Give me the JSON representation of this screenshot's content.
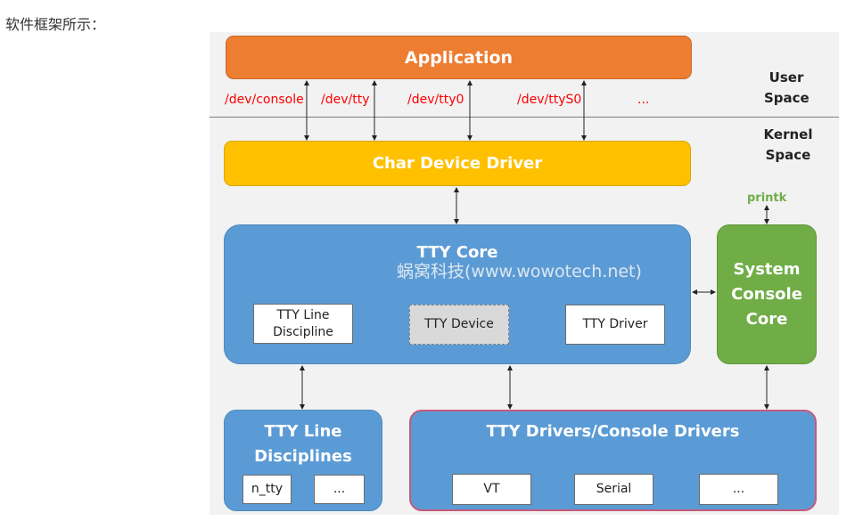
{
  "caption": "软件框架所示：",
  "diagram": {
    "application": "Application",
    "user_space": [
      "User",
      "Space"
    ],
    "kernel_space": [
      "Kernel",
      "Space"
    ],
    "device_nodes": [
      "/dev/console",
      "/dev/tty",
      "/dev/tty0",
      "/dev/ttyS0",
      "..."
    ],
    "char_device_driver": "Char Device Driver",
    "tty_core": {
      "title": "TTY Core",
      "line_discipline": [
        "TTY Line",
        "Discipline"
      ],
      "device": "TTY Device",
      "driver": "TTY Driver"
    },
    "watermark": "蜗窝科技(www.wowotech.net)",
    "printk": "printk",
    "system_console_core": [
      "System",
      "Console",
      "Core"
    ],
    "line_disciplines": {
      "title": [
        "TTY Line",
        "Disciplines"
      ],
      "items": [
        "n_tty",
        "..."
      ]
    },
    "drivers": {
      "title": "TTY Drivers/Console Drivers",
      "items": [
        "VT",
        "Serial",
        "..."
      ]
    },
    "colors": {
      "application": "#ed7d31",
      "char_driver": "#ffc000",
      "core": "#5b9bd5",
      "console": "#70ad47",
      "device_label": "#ff0000"
    }
  }
}
